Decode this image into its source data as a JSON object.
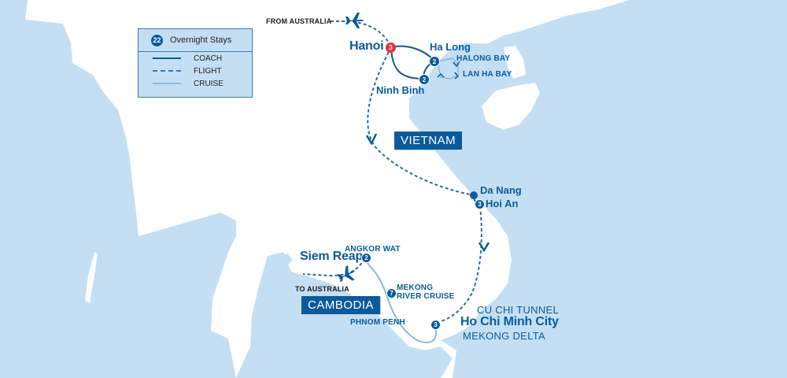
{
  "legend": {
    "overnight_count": "22",
    "overnight_label": "Overnight Stays",
    "items": [
      {
        "label": "COACH",
        "style": "solid"
      },
      {
        "label": "FLIGHT",
        "style": "dashed"
      },
      {
        "label": "CRUISE",
        "style": "light-solid"
      }
    ]
  },
  "countries": [
    {
      "name": "VIETNAM"
    },
    {
      "name": "CAMBODIA"
    }
  ],
  "stops": {
    "hanoi": {
      "name": "Hanoi",
      "nights": "3"
    },
    "ha_long": {
      "name": "Ha Long",
      "nights": "2"
    },
    "ninh_binh": {
      "name": "Ninh Binh",
      "nights": "2"
    },
    "da_nang": {
      "name": "Da Nang"
    },
    "hoi_an": {
      "name": "Hoi An",
      "nights": "3"
    },
    "ho_chi_minh": {
      "name": "Ho Chi Minh City",
      "nights": "3"
    },
    "mekong_cruise": {
      "name": "MEKONG",
      "name2": "RIVER CRUISE",
      "nights": "7"
    },
    "siem_reap": {
      "name": "Siem Reap",
      "nights": "2"
    }
  },
  "points_of_interest": {
    "halong_bay": "HALONG BAY",
    "lan_ha_bay": "LAN HA BAY",
    "angkor_wat": "ANGKOR WAT",
    "phnom_penh": "PHNOM PENH",
    "cu_chi": "CU CHI TUNNEL",
    "mekong_delta": "MEKONG DELTA"
  },
  "flights": {
    "from": "FROM AUSTRALIA",
    "to": "TO AUSTRALIA"
  },
  "colors": {
    "water": "#c4dff4",
    "land": "#ffffff",
    "route": "#0a5a9c",
    "cruise": "#8fb6dc",
    "highlight_stop": "#e8323c"
  }
}
